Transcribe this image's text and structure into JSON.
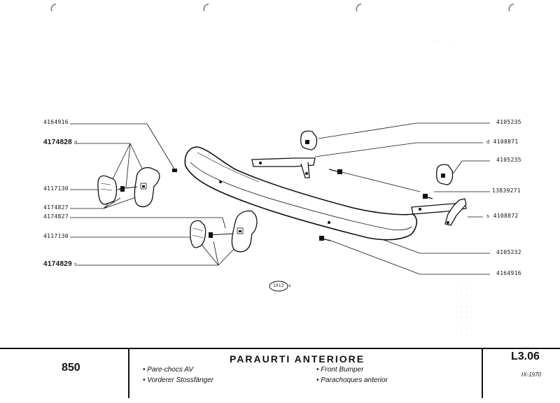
{
  "callouts_left": [
    {
      "number": "4164916",
      "suffix": ""
    },
    {
      "number": "4174828",
      "suffix": "d"
    },
    {
      "number": "4117130",
      "suffix": ""
    },
    {
      "number": "4174827",
      "suffix": ""
    },
    {
      "number": "4174827",
      "suffix": ""
    },
    {
      "number": "4117130",
      "suffix": ""
    },
    {
      "number": "4174829",
      "suffix": "s"
    }
  ],
  "callouts_right": [
    {
      "number": "4105235",
      "prefix": ""
    },
    {
      "number": "4108871",
      "prefix": "d"
    },
    {
      "number": "4105235",
      "prefix": ""
    },
    {
      "number": "13839271",
      "prefix": ""
    },
    {
      "number": "4108872",
      "prefix": "s"
    },
    {
      "number": "4105232",
      "prefix": ""
    },
    {
      "number": "4164916",
      "prefix": ""
    }
  ],
  "figure_ref": "1912",
  "figure_ref_suffix": "s",
  "title_block": {
    "model": "850",
    "title": "PARAURTI ANTERIORE",
    "sub_fr": "• Pare-chocs AV",
    "sub_de": "• Vorderer Stossfänger",
    "sub_en": "• Front Bumper",
    "sub_es": "• Parachoques anterior",
    "code": "L3.06",
    "date": "IX-1970"
  }
}
